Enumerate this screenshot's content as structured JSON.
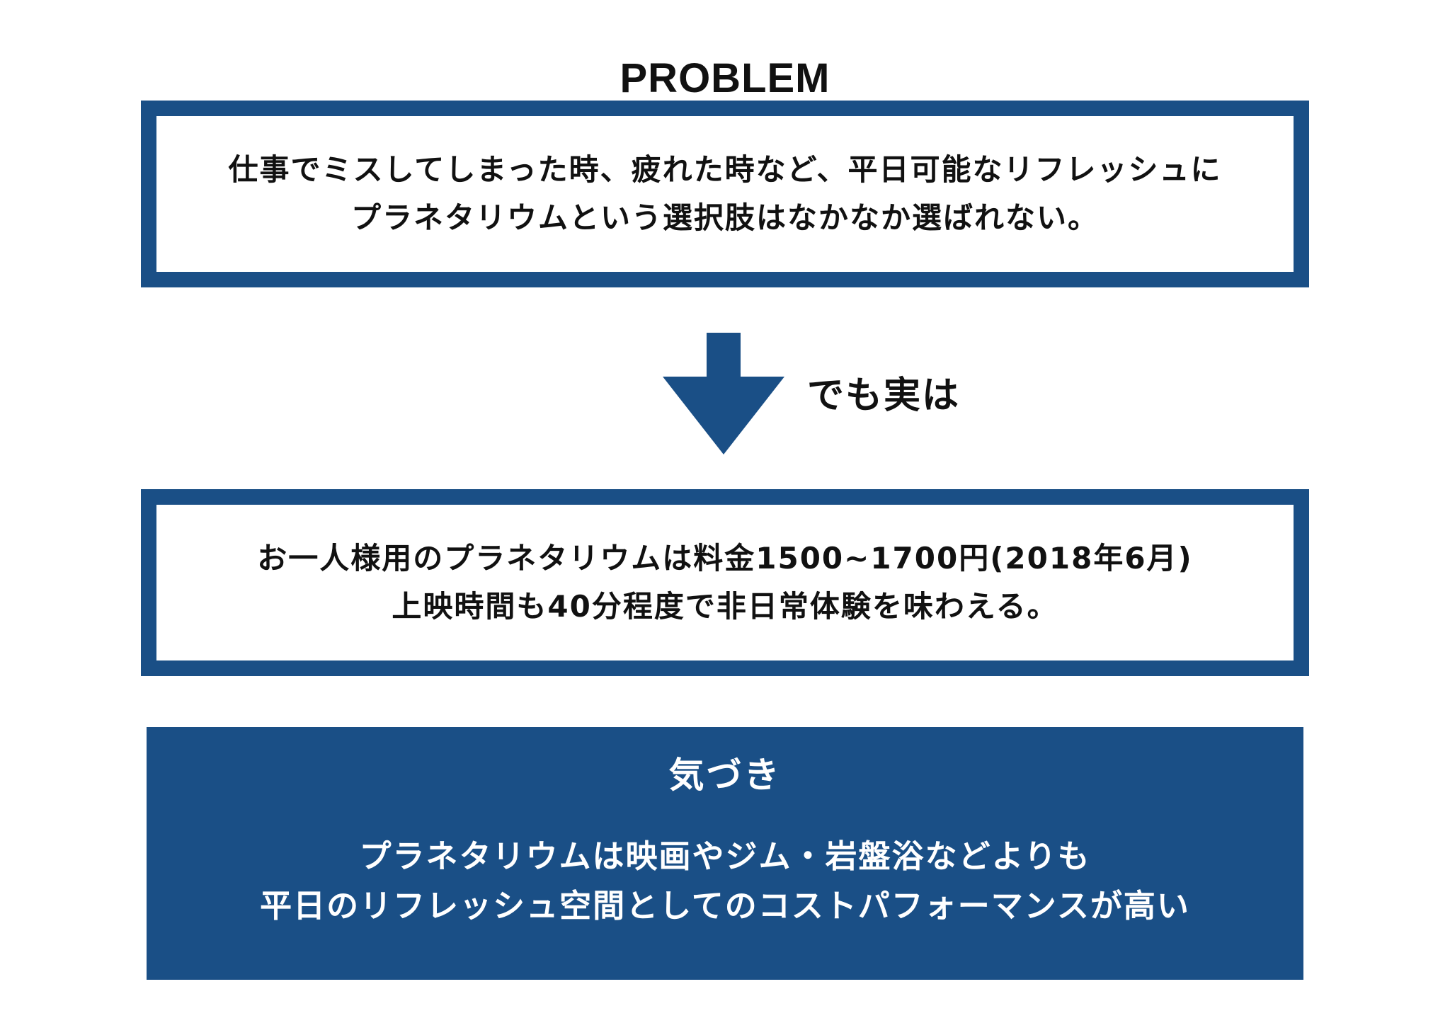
{
  "problem": {
    "title": "PROBLEM",
    "lines": [
      "仕事でミスしてしまった時、疲れた時など、平日可能なリフレッシュに",
      "プラネタリウムという選択肢はなかなか選ばれない。"
    ]
  },
  "transition": {
    "arrow_icon": "down-arrow-icon",
    "label": "でも実は"
  },
  "fact": {
    "lines": [
      "お一人様用のプラネタリウムは料金1500~1700円(2018年6月)",
      "上映時間も40分程度で非日常体験を味わえる。"
    ]
  },
  "insight": {
    "heading": "気づき",
    "lines": [
      "プラネタリウムは映画やジム・岩盤浴などよりも",
      "平日のリフレッシュ空間としてのコストパフォーマンスが高い"
    ]
  },
  "colors": {
    "accent": "#1a4f86",
    "text": "#111111",
    "background": "#ffffff"
  }
}
